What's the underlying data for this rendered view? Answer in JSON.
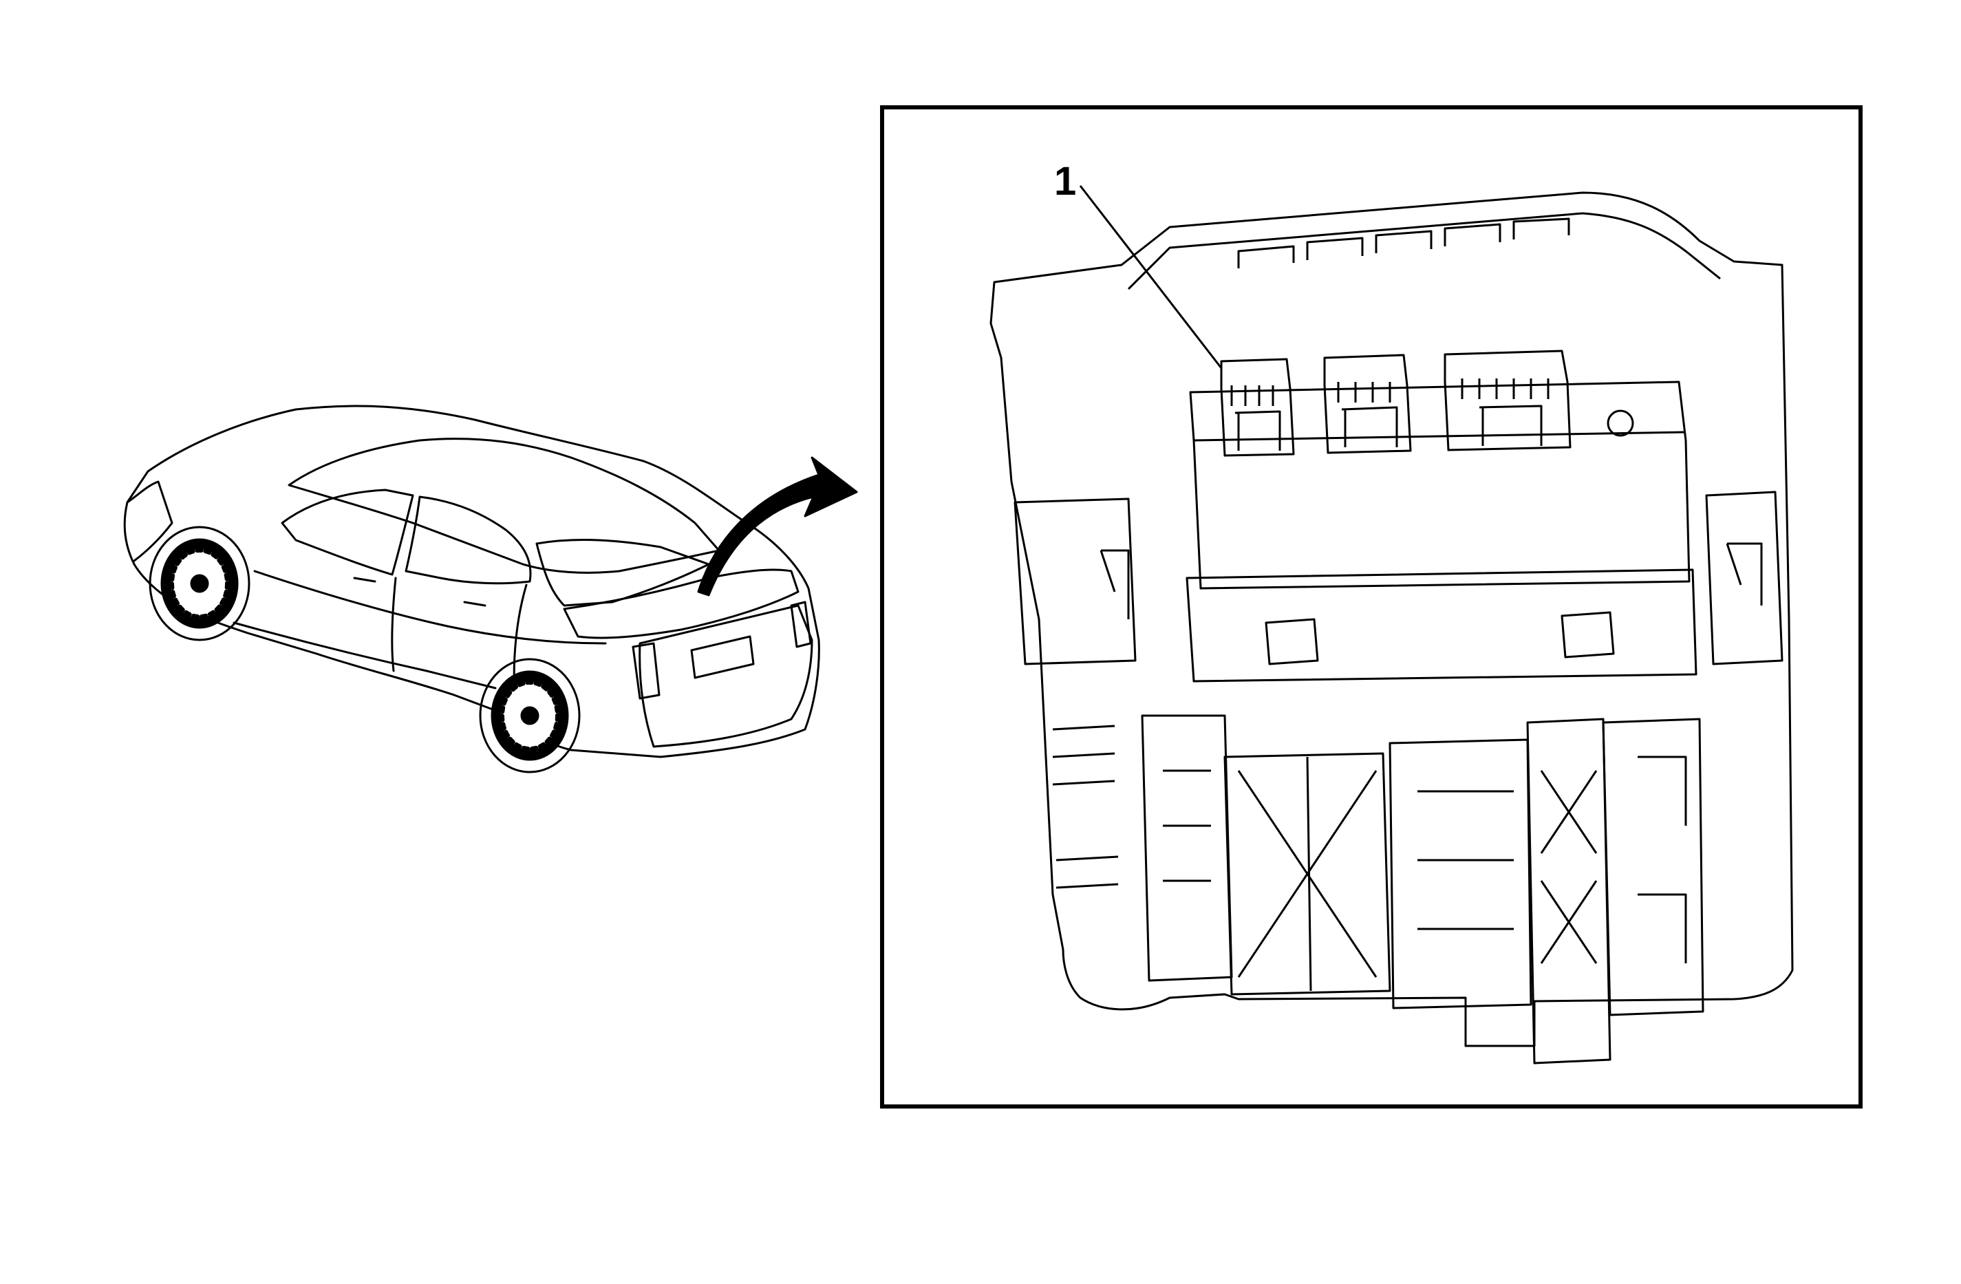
{
  "callouts": [
    {
      "id": "1",
      "label": "1"
    }
  ],
  "colors": {
    "line": "#000000",
    "background": "#ffffff"
  },
  "icons": {
    "vehicle": "vehicle-rear-three-quarter-illustration",
    "arrow": "curved-arrow-icon",
    "component": "control-module-assembly-illustration"
  }
}
